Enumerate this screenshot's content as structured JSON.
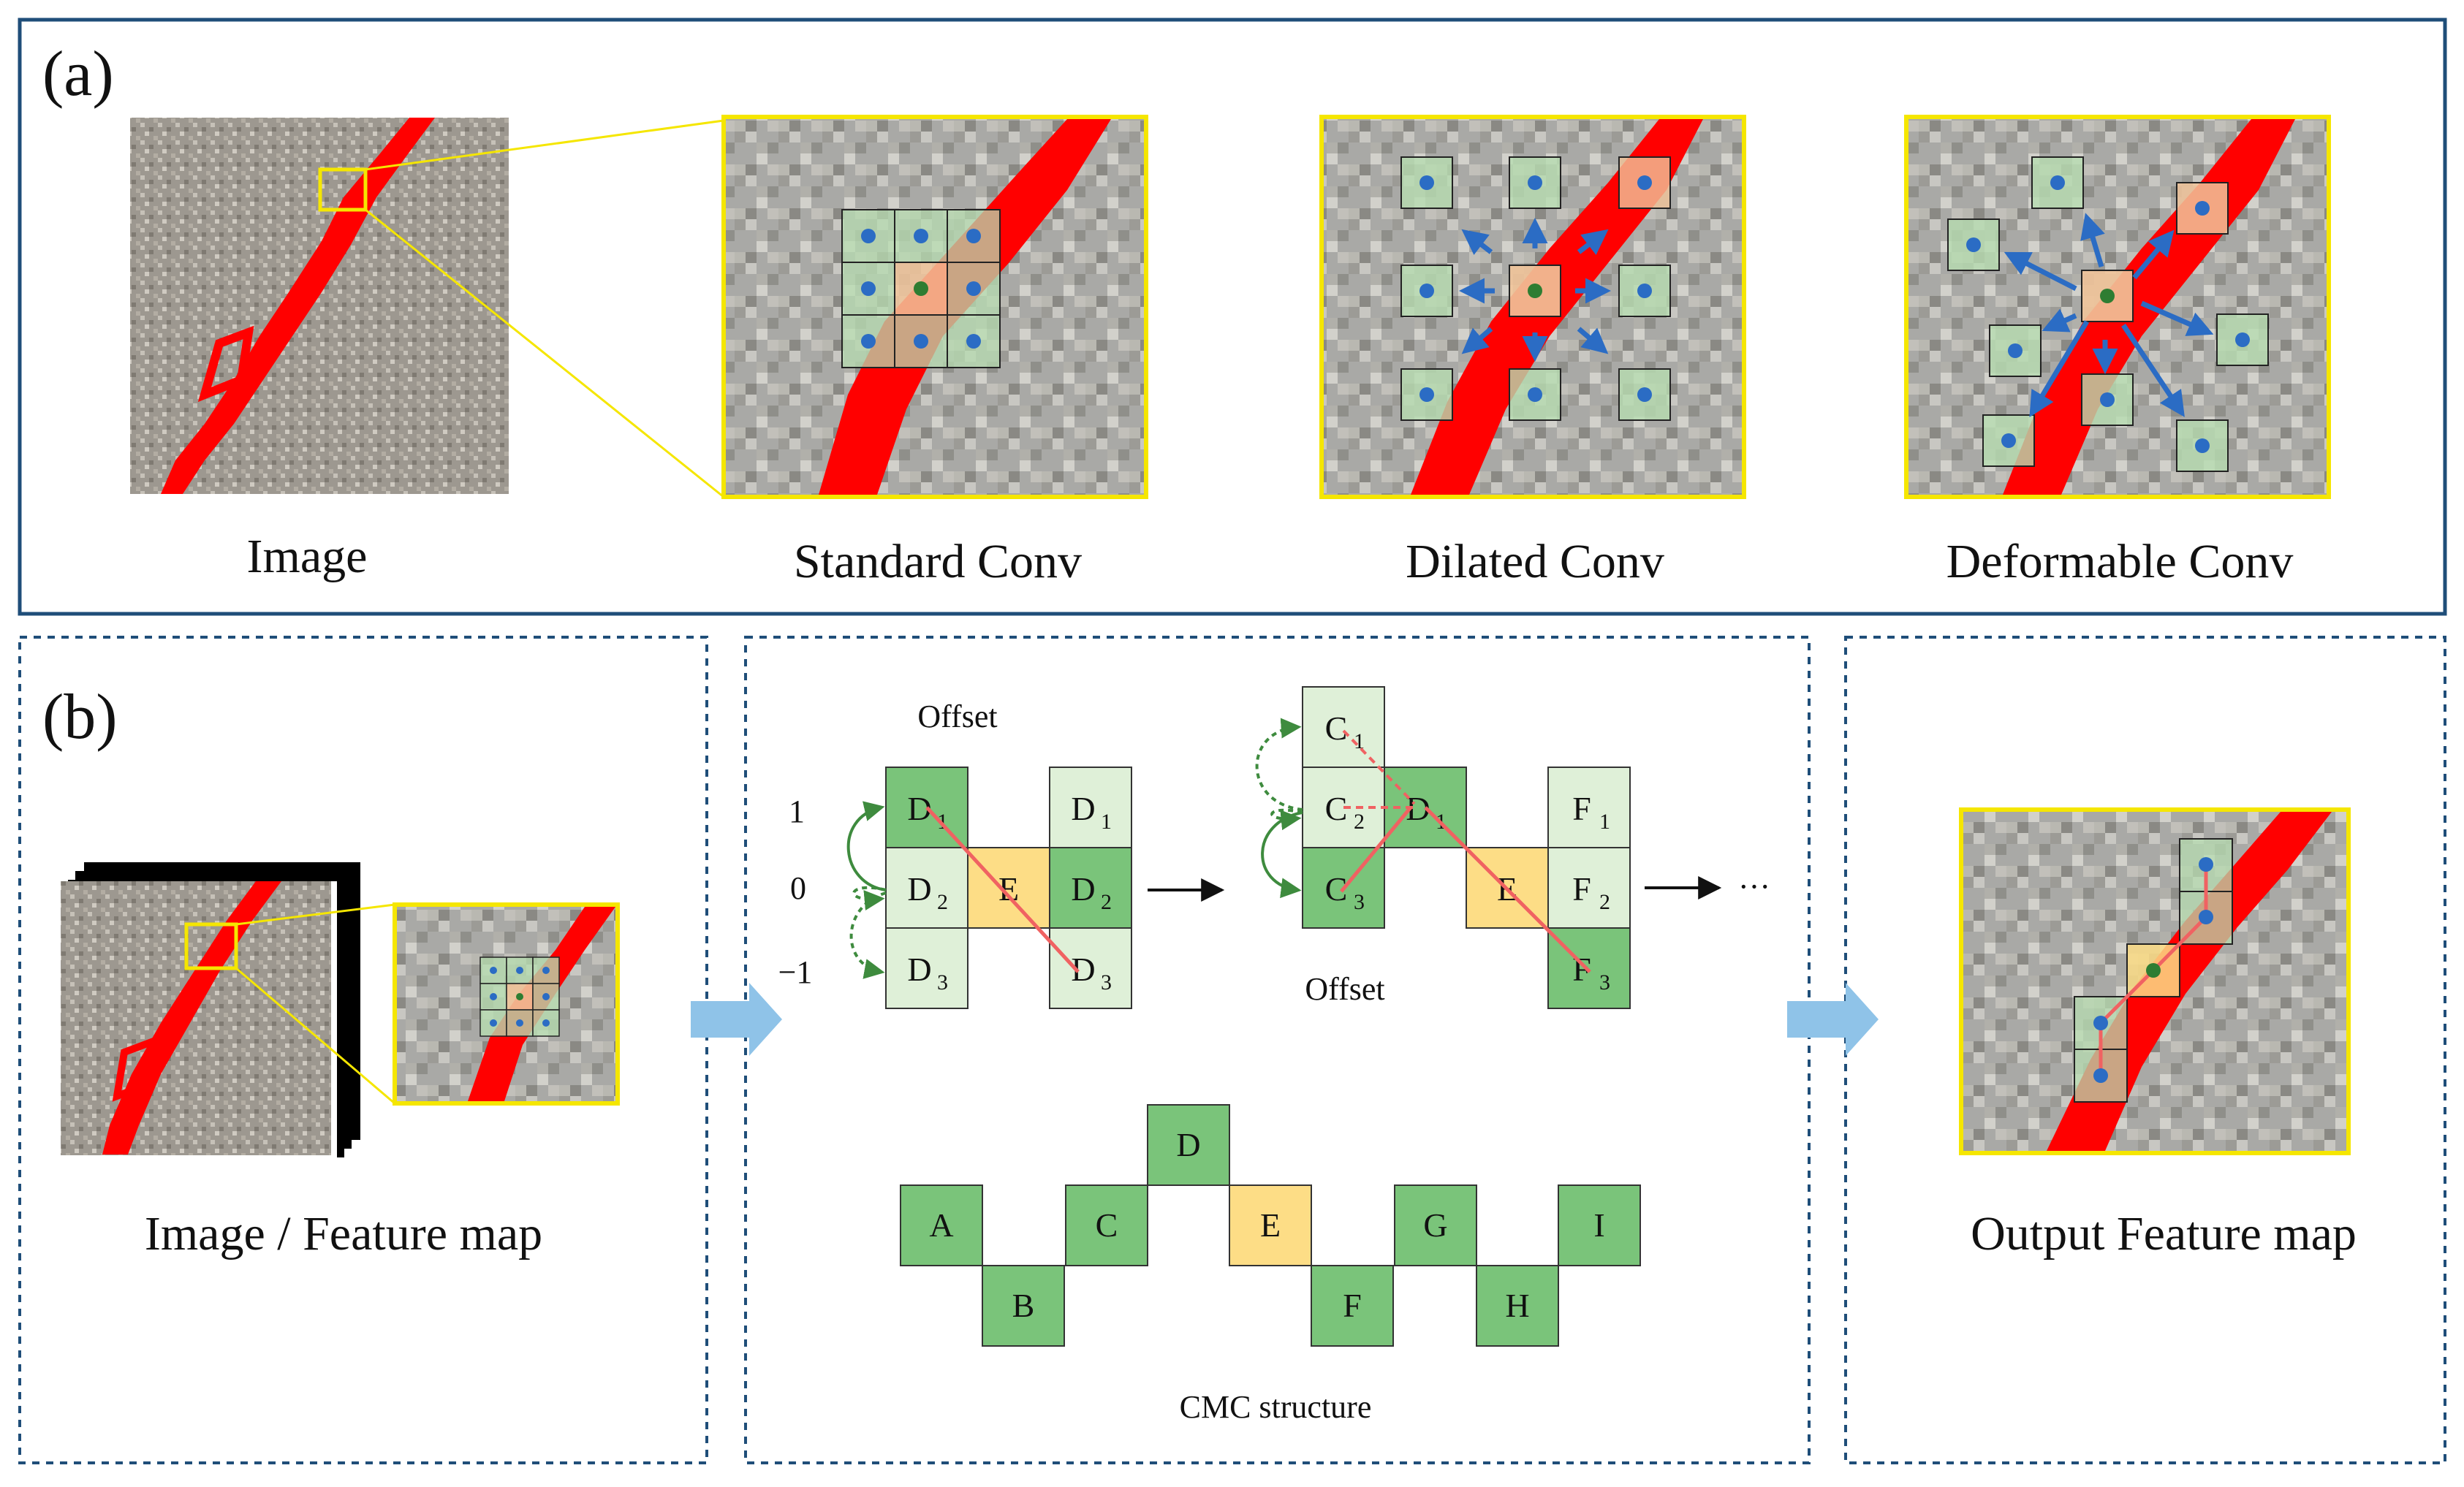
{
  "panel_a": {
    "label": "(a)",
    "captions": {
      "image": "Image",
      "standard": "Standard Conv",
      "dilated": "Dilated Conv",
      "deformable": "Deformable Conv"
    }
  },
  "panel_b": {
    "label": "(b)",
    "input_caption": "Image / Feature map",
    "output_caption": "Output Feature map",
    "offset_label": "Offset",
    "axis_ticks": [
      "1",
      "0",
      "−1"
    ],
    "ellipsis": "···",
    "cmc_caption": "CMC structure",
    "cells": {
      "D1": {
        "letter": "D",
        "sub": "1"
      },
      "D2": {
        "letter": "D",
        "sub": "2"
      },
      "D3": {
        "letter": "D",
        "sub": "3"
      },
      "E": {
        "letter": "E"
      },
      "C1": {
        "letter": "C",
        "sub": "1"
      },
      "C2": {
        "letter": "C",
        "sub": "2"
      },
      "C3": {
        "letter": "C",
        "sub": "3"
      },
      "F1": {
        "letter": "F",
        "sub": "1"
      },
      "F2": {
        "letter": "F",
        "sub": "2"
      },
      "F3": {
        "letter": "F",
        "sub": "3"
      }
    },
    "cmc_cells": [
      "A",
      "B",
      "C",
      "D",
      "E",
      "F",
      "G",
      "H",
      "I"
    ]
  },
  "colors": {
    "panel_border": "#1f4e79",
    "highlight_frame": "#f5e600",
    "crack": "#ff0000",
    "cell_green": "#7ac47a",
    "cell_light_green": "#dff0d8",
    "cell_yellow": "#fddd86",
    "sample_dot": "#2b6cc4",
    "center_dot": "#2e7d32",
    "connector_line": "#f06262",
    "offset_arrow": "#3e8b3e",
    "flow_arrow": "#8fc3e8"
  }
}
